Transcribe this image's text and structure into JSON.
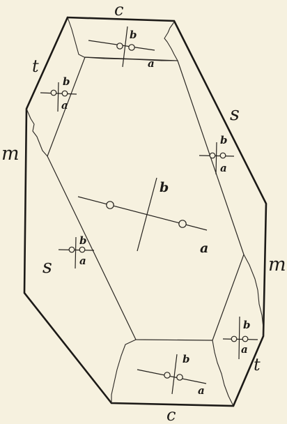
{
  "face_labels": {
    "c_top": "c",
    "c_bottom": "c",
    "t_upper_left": "t",
    "t_lower_right": "t",
    "m_left": "m",
    "m_right": "m",
    "s_upper_right": "s",
    "s_lower_left": "s"
  },
  "axis_labels": {
    "b": "b",
    "a": "a"
  }
}
